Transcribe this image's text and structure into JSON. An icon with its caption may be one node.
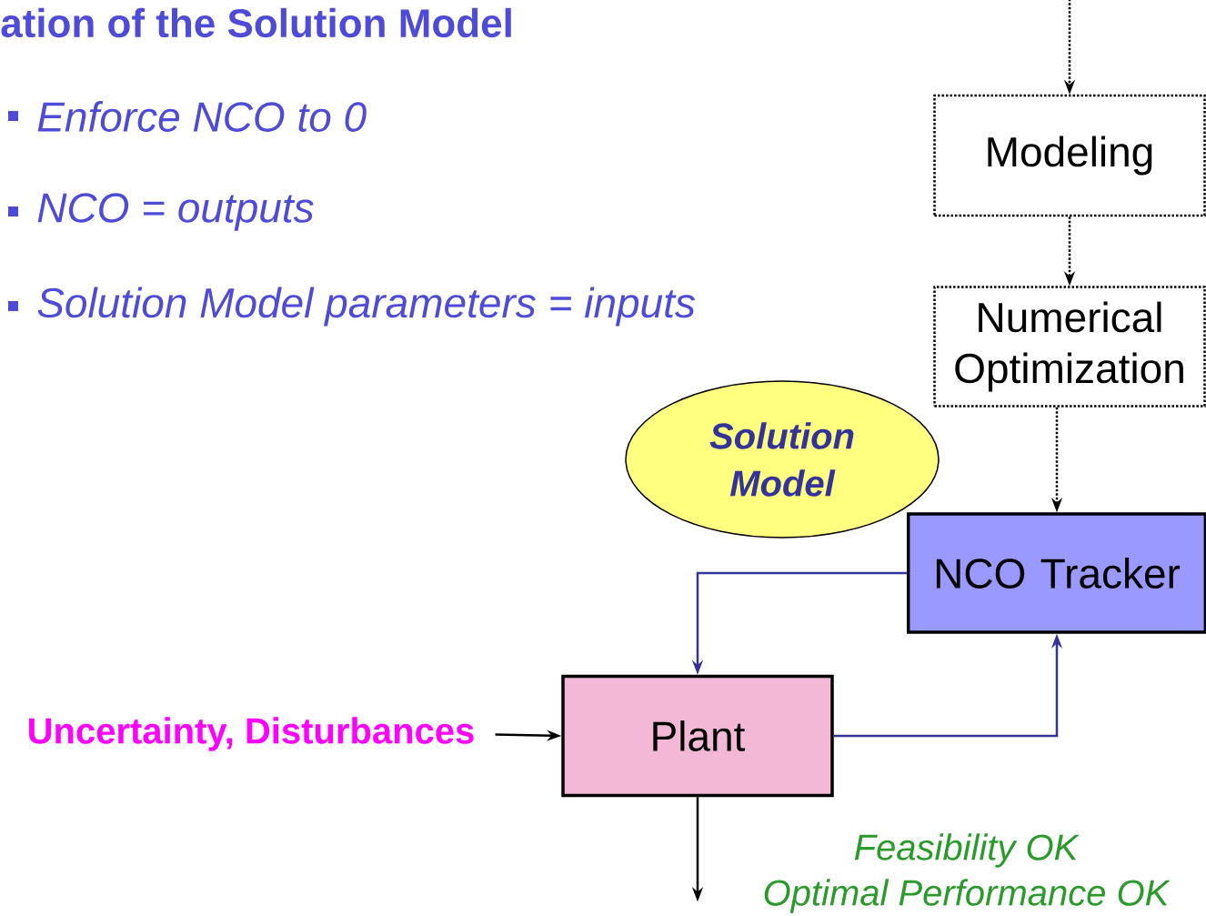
{
  "diagram": {
    "title": "ation of the Solution Model",
    "nodes": [
      {
        "text": [
          "Modeling"
        ]
      },
      {
        "text": [
          "Numerical Optimization"
        ]
      },
      {
        "text": [
          "Solution Model"
        ]
      },
      {
        "text": [
          "NCO Tracker"
        ]
      },
      {
        "text": [
          "Plant"
        ]
      },
      {
        "text": [
          "Uncertainty, Disturbances"
        ]
      }
    ],
    "edges": [
      {
        "from": null,
        "to": 0,
        "arrow": "to",
        "style": "dashed"
      },
      {
        "from": 0,
        "to": 1,
        "arrow": "to",
        "style": "dashed"
      },
      {
        "from": 1,
        "to": 3,
        "arrow": "to",
        "style": "dashed"
      },
      {
        "from": 3,
        "to": 4,
        "arrow": "to",
        "color": "#333399"
      },
      {
        "from": 4,
        "to": 3,
        "arrow": "to",
        "color": "#333399"
      },
      {
        "from": 5,
        "to": 4,
        "arrow": "to"
      },
      {
        "from": 4,
        "to": null,
        "arrow": "to"
      }
    ],
    "labels": [
      "Enforce NCO to 0",
      "NCO = outputs",
      "Solution Model parameters = inputs",
      "Feasibility OK",
      "Optimal Performance OK"
    ]
  }
}
